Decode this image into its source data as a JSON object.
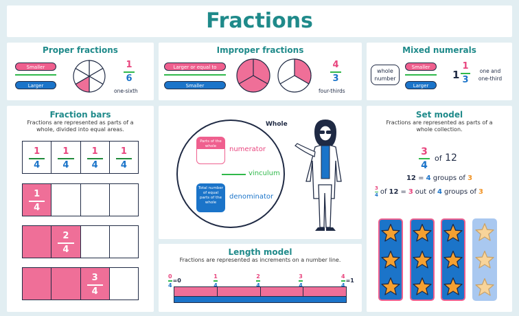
{
  "title": "Fractions",
  "proper": {
    "heading": "Proper fractions",
    "top_label": "Smaller",
    "bottom_label": "Larger",
    "fraction": {
      "num": "1",
      "den": "6"
    },
    "caption": "one-sixth",
    "pie": {
      "slices": 6,
      "shaded": 1
    }
  },
  "improper": {
    "heading": "Improper fractions",
    "top_label": "Larger or equal to",
    "bottom_label": "Smaller",
    "fraction": {
      "num": "4",
      "den": "3"
    },
    "caption": "four-thirds",
    "pie1": {
      "slices": 3,
      "shaded": 3
    },
    "pie2": {
      "slices": 3,
      "shaded": 1
    }
  },
  "mixed": {
    "heading": "Mixed numerals",
    "whole_label": "whole number",
    "top_label": "Smaller",
    "bottom_label": "Larger",
    "whole": "1",
    "fraction": {
      "num": "1",
      "den": "3"
    },
    "caption": "one and one-third"
  },
  "bars": {
    "heading": "Fraction bars",
    "desc": "Fractions are represented as parts of a whole, divided into equal areas.",
    "row1": {
      "n1": "1",
      "d1": "4",
      "n2": "1",
      "d2": "4",
      "n3": "1",
      "d3": "4",
      "n4": "1",
      "d4": "4"
    },
    "row2": {
      "num": "1",
      "den": "4"
    },
    "row3": {
      "num": "2",
      "den": "4"
    },
    "row4": {
      "num": "3",
      "den": "4"
    },
    "shaded": [
      1,
      2,
      3
    ]
  },
  "parts": {
    "whole": "Whole",
    "parts_box": "Parts of the whole",
    "numerator": "numerator",
    "vinculum": "vinculum",
    "total_box": "Total number of equal parts of the whole",
    "denominator": "denominator"
  },
  "set": {
    "heading": "Set model",
    "desc": "Fractions are represented as parts of a whole collection.",
    "frac": {
      "num": "3",
      "den": "4"
    },
    "of": "of",
    "total": "12",
    "line1": {
      "a": "12",
      "eq": "=",
      "b": "4",
      "groups_of": "groups of",
      "c": "3"
    },
    "line2": {
      "num": "3",
      "den": "4",
      "of": "of",
      "a": "12",
      "eq": "=",
      "b": "3",
      "out_of": "out of",
      "c": "4",
      "groups_of": "groups of",
      "d": "3"
    },
    "groups_shaded": 3,
    "groups_total": 4,
    "stars_per_group": 3
  },
  "length": {
    "heading": "Length model",
    "desc": "Fractions are represented as increments on a number line.",
    "ticks": [
      {
        "num": "0",
        "den": "4",
        "suffix": "=0"
      },
      {
        "num": "1",
        "den": "4",
        "suffix": ""
      },
      {
        "num": "2",
        "den": "4",
        "suffix": ""
      },
      {
        "num": "3",
        "den": "4",
        "suffix": ""
      },
      {
        "num": "4",
        "den": "4",
        "suffix": "=1"
      }
    ]
  },
  "colors": {
    "teal": "#1f8a8a",
    "pink": "#ef5f8e",
    "blue": "#1b74c9",
    "orange": "#f19426",
    "green": "#2fb84a"
  }
}
